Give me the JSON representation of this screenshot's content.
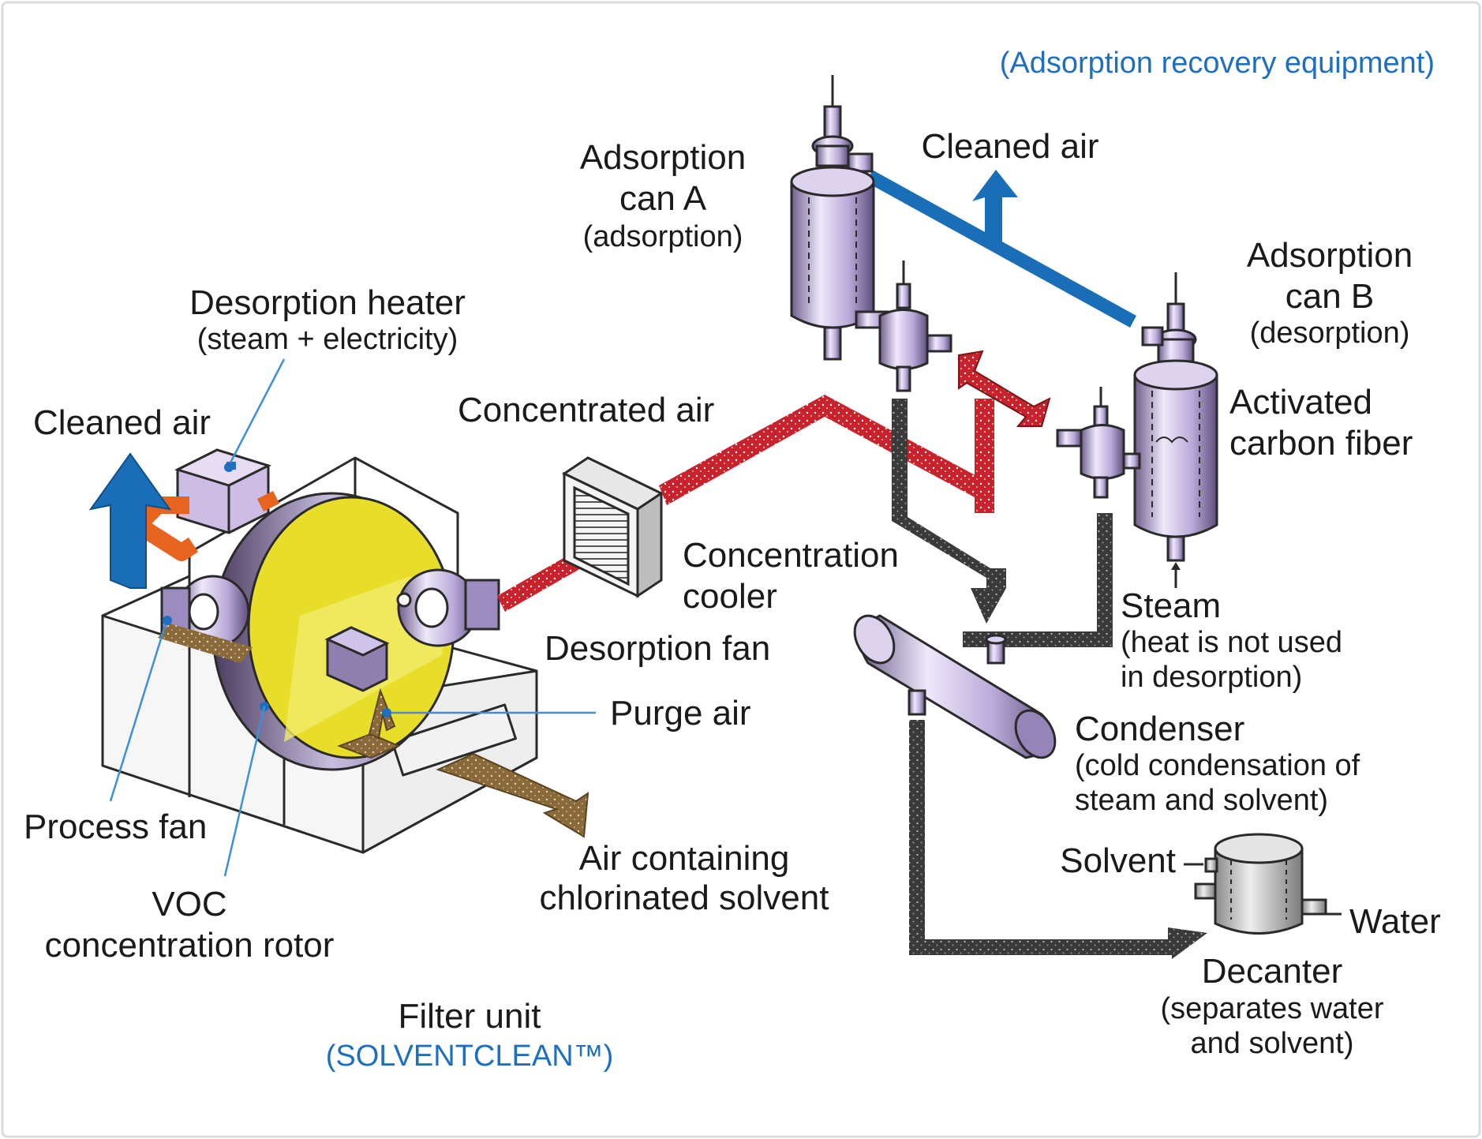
{
  "header": {
    "equipment_label": "(Adsorption recovery equipment)"
  },
  "filter_unit": {
    "title": "Filter unit",
    "product": "(SOLVENTCLEAN™)"
  },
  "labels": {
    "cleaned_air_left": "Cleaned air",
    "desorption_heater": "Desorption heater",
    "desorption_heater_sub": "(steam + electricity)",
    "concentrated_air": "Concentrated air",
    "concentration_cooler_1": "Concentration",
    "concentration_cooler_2": "cooler",
    "desorption_fan": "Desorption fan",
    "purge_air": "Purge air",
    "process_fan": "Process fan",
    "voc_rotor_1": "VOC",
    "voc_rotor_2": "concentration rotor",
    "air_containing_1": "Air containing",
    "air_containing_2": "chlorinated solvent",
    "can_a_1": "Adsorption",
    "can_a_2": "can A",
    "can_a_3": "(adsorption)",
    "cleaned_air_right": "Cleaned air",
    "can_b_1": "Adsorption",
    "can_b_2": "can B",
    "can_b_3": "(desorption)",
    "activated_1": "Activated",
    "activated_2": "carbon fiber",
    "steam_1": "Steam",
    "steam_2": "(heat is not used",
    "steam_3": "in desorption)",
    "condenser_1": "Condenser",
    "condenser_2": "(cold condensation of",
    "condenser_3": "steam and solvent)",
    "solvent": "Solvent",
    "water": "Water",
    "decanter_1": "Decanter",
    "decanter_2": "(separates water",
    "decanter_3": "and solvent)"
  },
  "colors": {
    "label_blue": "#1f6fc0",
    "cleaned_air_arrow": "#1a6eb8",
    "heater_duct": "#e8641e",
    "concentrated_duct": "#c8232c",
    "process_air": "#8a6a3a",
    "drain_pipe": "#3a3a3a",
    "rotor_face": "#e8de2a",
    "vessel_body": "#b7a6d6"
  }
}
